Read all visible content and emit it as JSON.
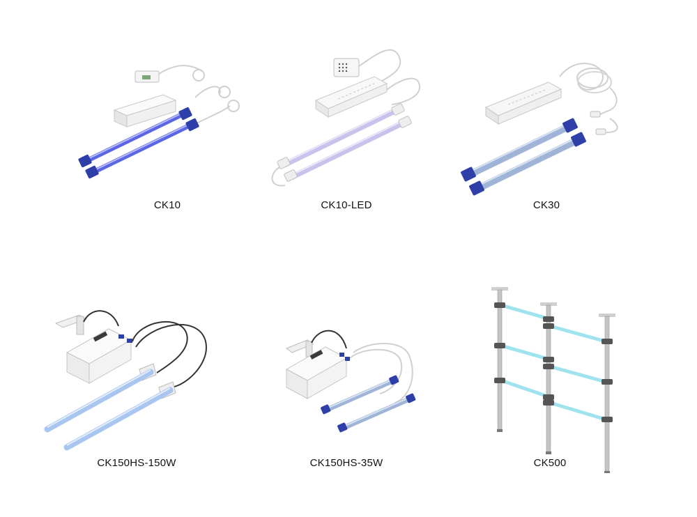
{
  "products": [
    {
      "name": "CK10"
    },
    {
      "name": "CK10-LED"
    },
    {
      "name": "CK30"
    },
    {
      "name": "CK150HS-150W"
    },
    {
      "name": "CK150HS-35W"
    },
    {
      "name": "CK500"
    }
  ],
  "colors": {
    "uv_blue": "#5a66e6",
    "cap_blue": "#2f3fa8",
    "tube_steel": "#9fb4d6",
    "led_lavender": "#c9c2ea",
    "glow_blue": "#a9c6f0",
    "cyan_bar": "#9fe3ef",
    "housing": "#f2f2f2",
    "cable_dark": "#333333",
    "cable_light": "#d0d0d0"
  }
}
